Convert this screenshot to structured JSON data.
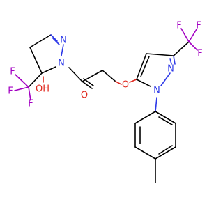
{
  "atoms": {
    "n_1": "N",
    "n_2": "N",
    "n_3": "N",
    "n_4": "N",
    "o_hydroxyl": "OH",
    "o_carbonyl": "O",
    "o_ether": "O",
    "f_1": "F",
    "f_2": "F",
    "f_3": "F",
    "f_4": "F",
    "f_5": "F",
    "f_6": "F"
  },
  "colors": {
    "carbon_bonds": "#000000",
    "nitrogen": "#2d39e8",
    "oxygen": "#e0281e",
    "fluorine": "#a300c2"
  }
}
